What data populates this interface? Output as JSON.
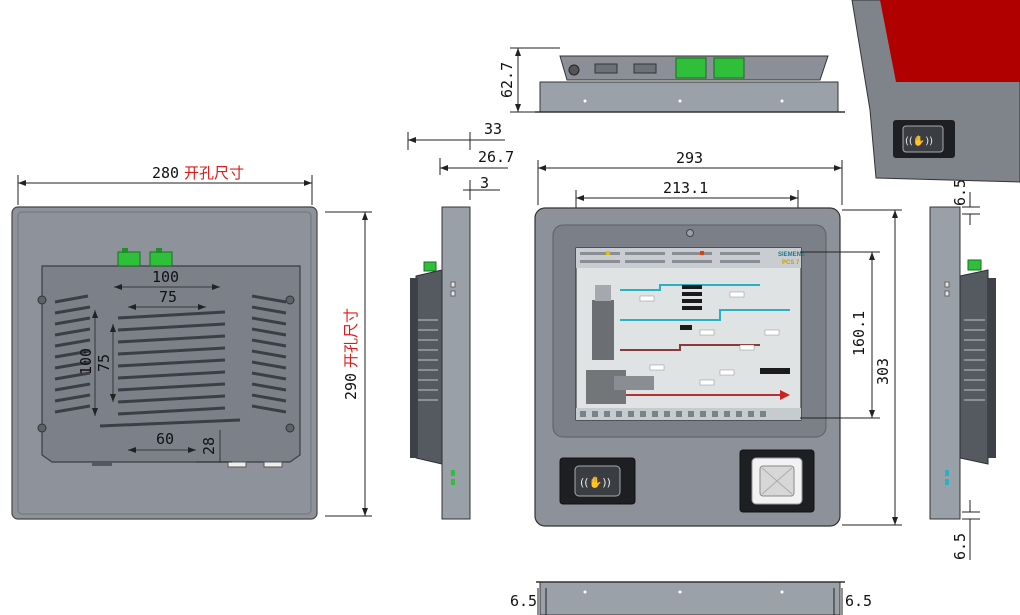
{
  "labels": {
    "cutout_unit": "开孔尺寸",
    "cutout_width": "280",
    "cutout_height": "290",
    "vesa_outer_h": "100",
    "vesa_inner_h": "75",
    "vesa_outer_v": "100",
    "vesa_inner_v": "75",
    "bottom_w": "60",
    "bottom_h": "28",
    "depth_total": "33",
    "depth_body": "26.7",
    "bezel_thick": "3",
    "top_depth": "62.7",
    "front_width": "293",
    "display_width": "213.1",
    "display_height": "160.1",
    "front_height": "303",
    "edge_top": "6.5",
    "edge_bottom": "6.5",
    "bottom_left": "6.5",
    "bottom_right": "6.5"
  },
  "screen": {
    "brand": "SIEMENS",
    "product": "PCS 7"
  },
  "colors": {
    "panel": "#8d929a",
    "panel_dark": "#5e636b",
    "connector": "#2fbf3a",
    "dim_red": "#e01818",
    "scada_bg": "#dfe3e3",
    "kiosk_red": "#b10000"
  }
}
